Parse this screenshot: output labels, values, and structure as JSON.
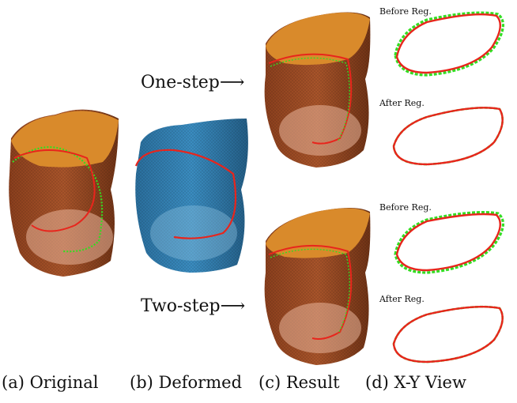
{
  "panels": {
    "one_step_label": "One-step⟶",
    "two_step_label": "Two-step⟶",
    "before_1": "Before Reg.",
    "after_1": "After Reg.",
    "before_2": "Before Reg.",
    "after_2": "After Reg."
  },
  "captions": {
    "a": "(a) Original",
    "b": "(b) Deformed",
    "c": "(c) Result",
    "d": "(d) X-Y View"
  },
  "colors": {
    "orange_top": "#d98a2b",
    "brown_body": "#9a4a22",
    "blue_body": "#2f7fb2",
    "red_curve": "#e8251c",
    "green_curve": "#33dd22"
  }
}
